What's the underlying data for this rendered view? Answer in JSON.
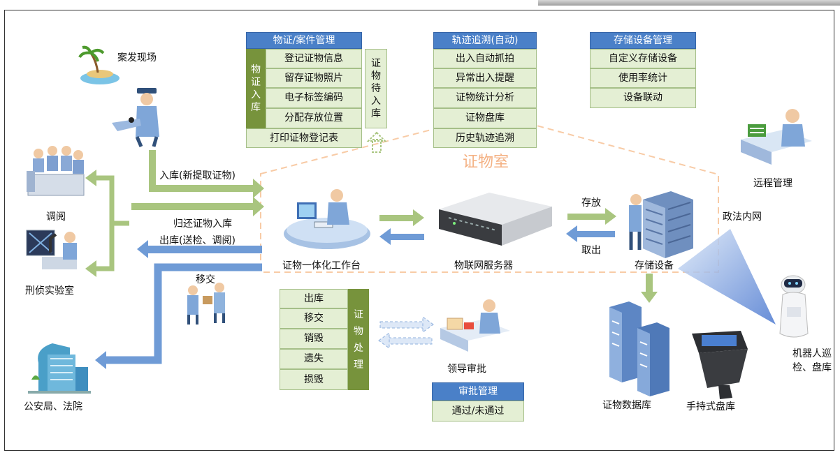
{
  "colors": {
    "header_blue": "#4a80c8",
    "cell_green": "#e4efd4",
    "dark_green": "#77933c",
    "arrow_green": "#a9c57f",
    "arrow_blue": "#6f9bd6",
    "dashed_orange": "#f8cba6",
    "room_label": "#f4b183"
  },
  "evidence_mgmt": {
    "header": "物证/案件管理",
    "side_label": [
      "物",
      "证",
      "入",
      "库"
    ],
    "items": [
      "登记证物信息",
      "留存证物照片",
      "电子标签编码",
      "分配存放位置"
    ],
    "footer": "打印证物登记表",
    "pending_label": [
      "证",
      "物",
      "待",
      "入",
      "库"
    ]
  },
  "trace": {
    "header": "轨迹追溯(自动)",
    "items": [
      "出入自动抓拍",
      "异常出入提醒",
      "证物统计分析",
      "证物盘库",
      "历史轨迹追溯"
    ]
  },
  "storage_mgmt": {
    "header": "存储设备管理",
    "items": [
      "自定义存储设备",
      "使用率统计",
      "设备联动"
    ]
  },
  "disposal": {
    "items": [
      "出库",
      "移交",
      "销毁",
      "遗失",
      "损毁"
    ],
    "side_label": [
      "证",
      "物",
      "处",
      "理"
    ]
  },
  "approval": {
    "header": "审批管理",
    "item": "通过/未通过"
  },
  "labels": {
    "crime_scene": "案发现场",
    "review": "调阅",
    "forensic_lab": "刑侦实验室",
    "police_court": "公安局、法院",
    "transfer": "移交",
    "in_new": "入库(新提取证物)",
    "return_in": "归还证物入库",
    "out": "出库(送检、调阅)",
    "workstation": "证物一体化工作台",
    "iot_server": "物联网服务器",
    "storage_device": "存储设备",
    "store": "存放",
    "take_out": "取出",
    "evidence_room": "证物室",
    "intranet": "政法内网",
    "remote_mgmt": "远程管理",
    "leader_approval": "领导审批",
    "evidence_db": "证物数据库",
    "handheld": "手持式盘库",
    "robot": [
      "机器人巡",
      "检、盘库"
    ]
  },
  "icons": [
    "island-icon",
    "police-officer-icon",
    "meeting-people-icon",
    "lab-microscope-icon",
    "office-building-icon",
    "handover-people-icon",
    "workstation-operator-icon",
    "server-box-icon",
    "storage-rack-operator-icon",
    "remote-manager-icon",
    "approver-desk-icon",
    "database-servers-icon",
    "handheld-scanner-icon",
    "robot-icon"
  ]
}
